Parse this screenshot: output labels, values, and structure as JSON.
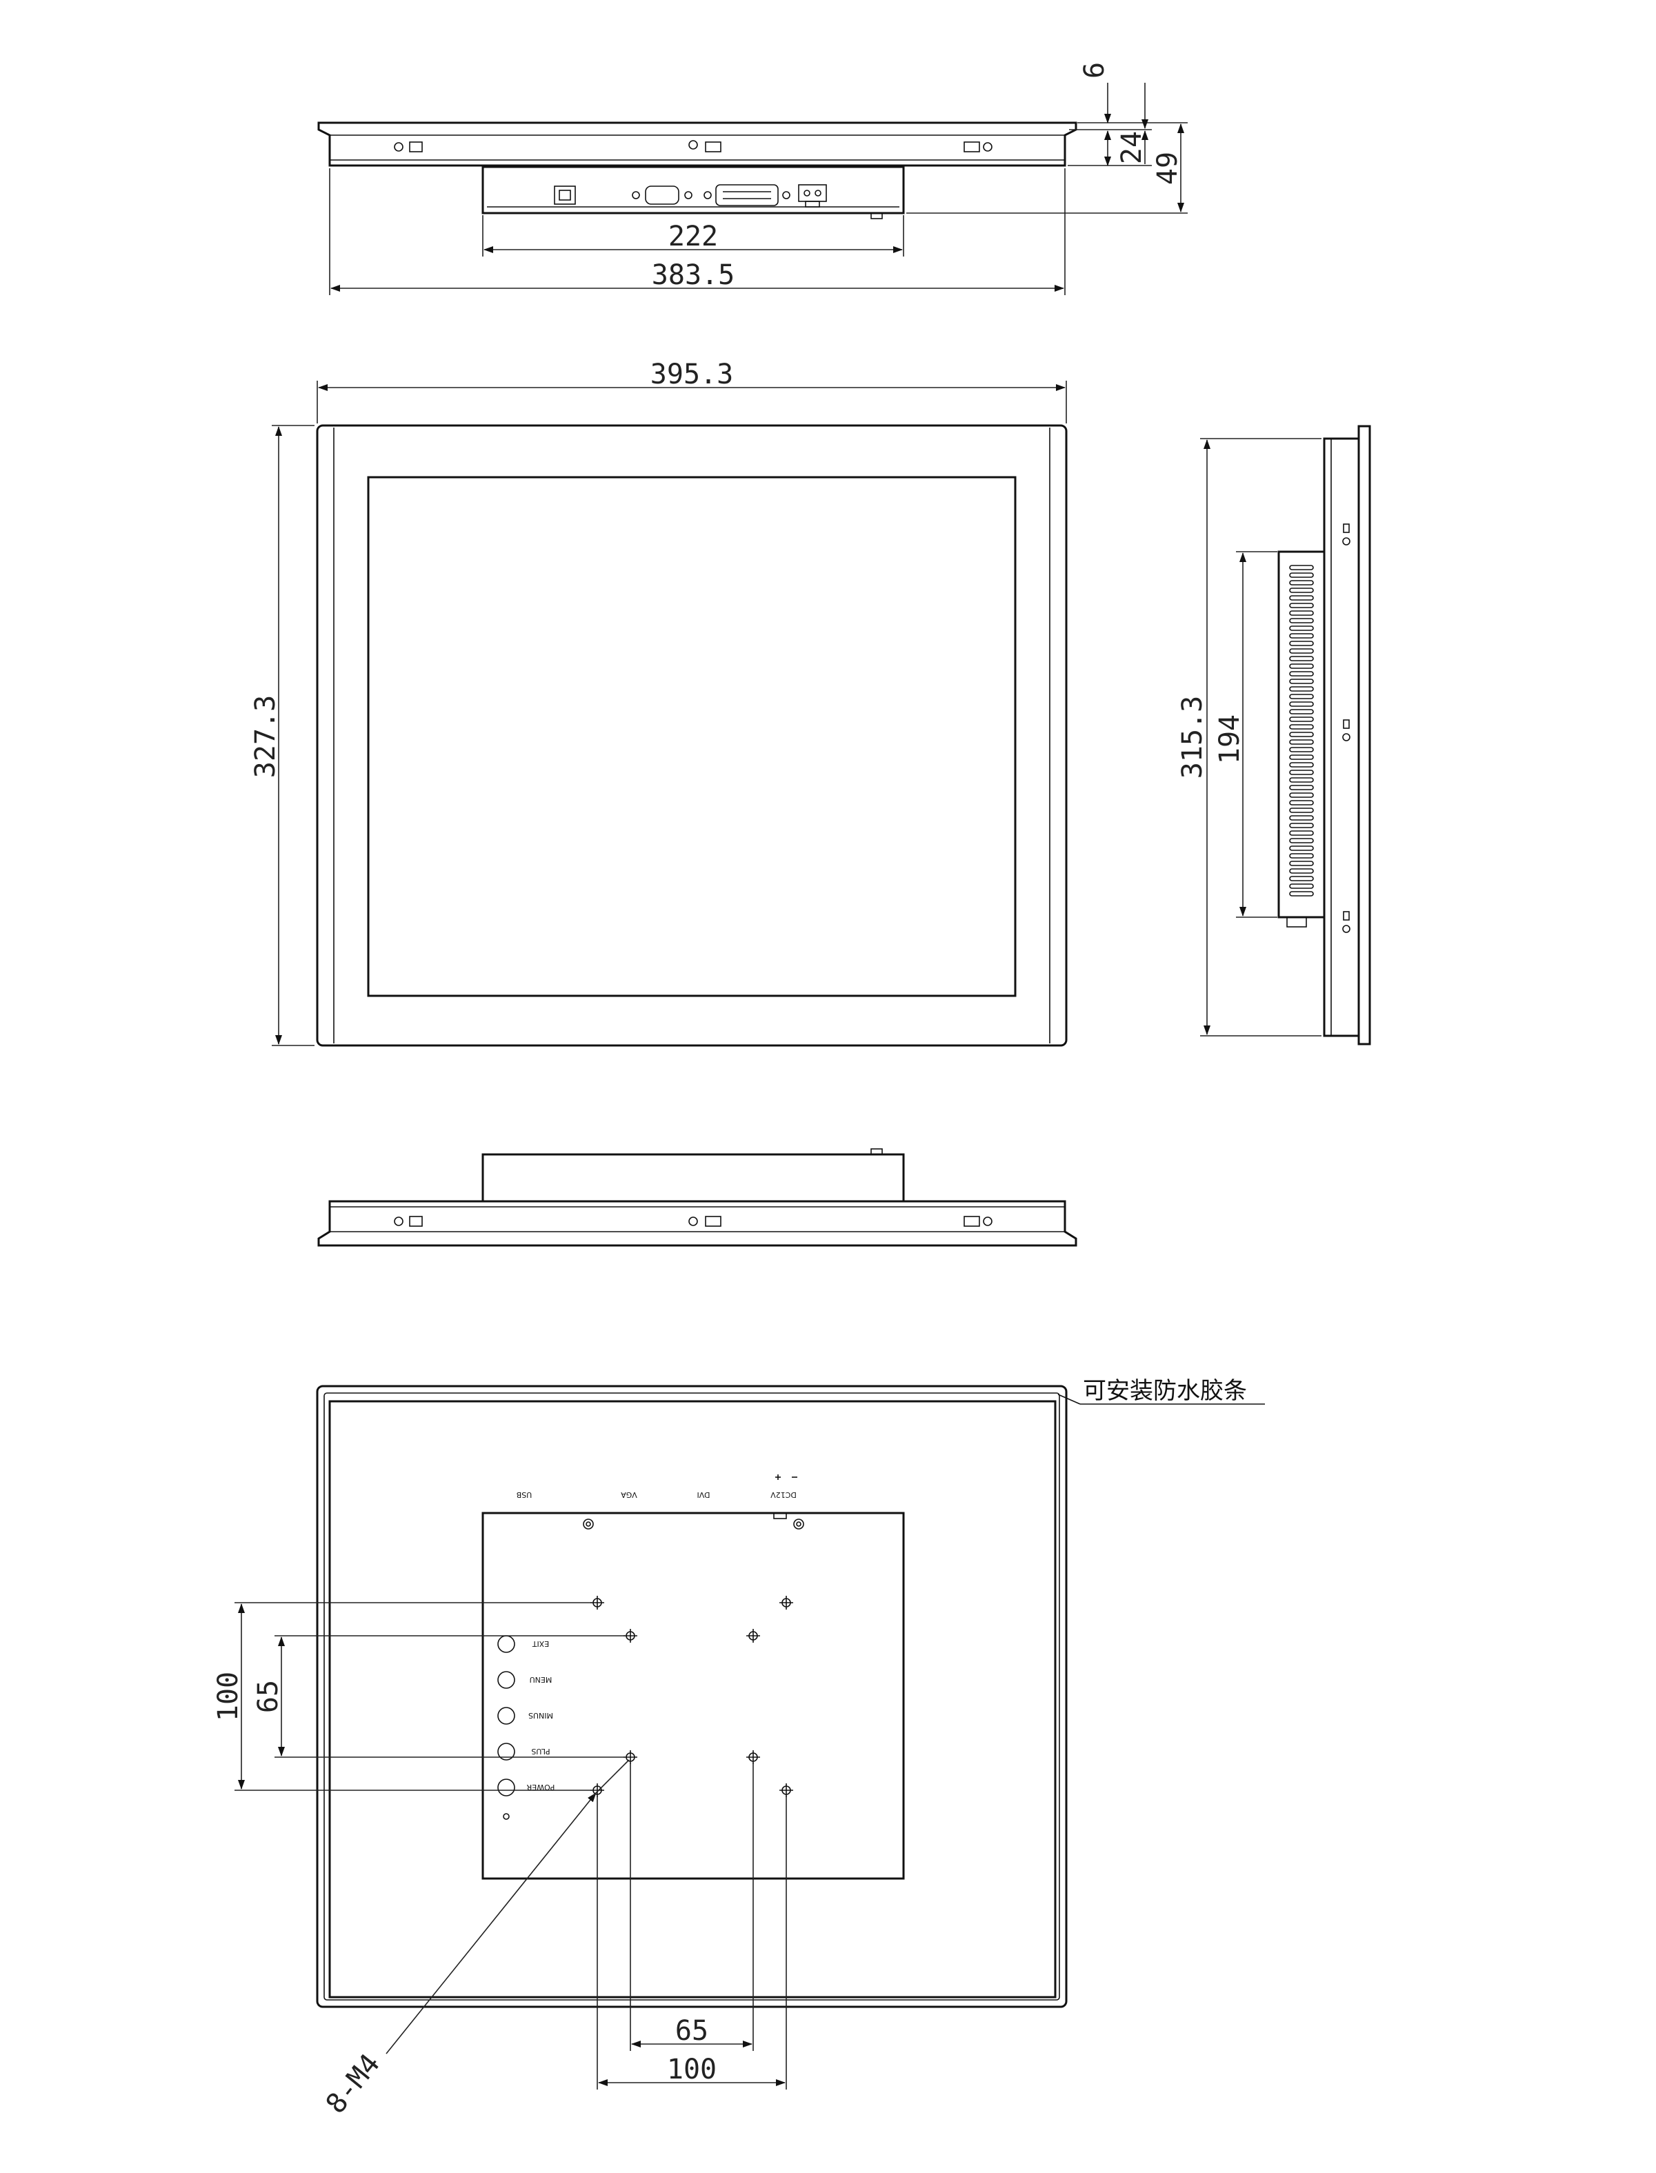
{
  "top_view": {
    "dim_panel_depth": "6",
    "dim_bezel": "24",
    "dim_total_depth": "49",
    "dim_box_width": "222",
    "dim_body_width": "383.5"
  },
  "front_view": {
    "dim_width": "395.3",
    "dim_height": "327.3"
  },
  "side_view": {
    "dim_height": "315.3",
    "dim_vent": "194"
  },
  "back_view": {
    "note_waterproof": "可安装防水胶条",
    "port_usb": "USB",
    "port_vga": "VGA",
    "port_dvi": "DVI",
    "port_dc": "DC12V",
    "btn_exit": "EXIT",
    "btn_menu": "MENU",
    "btn_minus": "MINUS",
    "btn_plus": "PLUS",
    "btn_power": "POWER",
    "dim_v100": "100",
    "dim_v65": "65",
    "dim_h65": "65",
    "dim_h100": "100",
    "screw_callout": "8-M4"
  }
}
